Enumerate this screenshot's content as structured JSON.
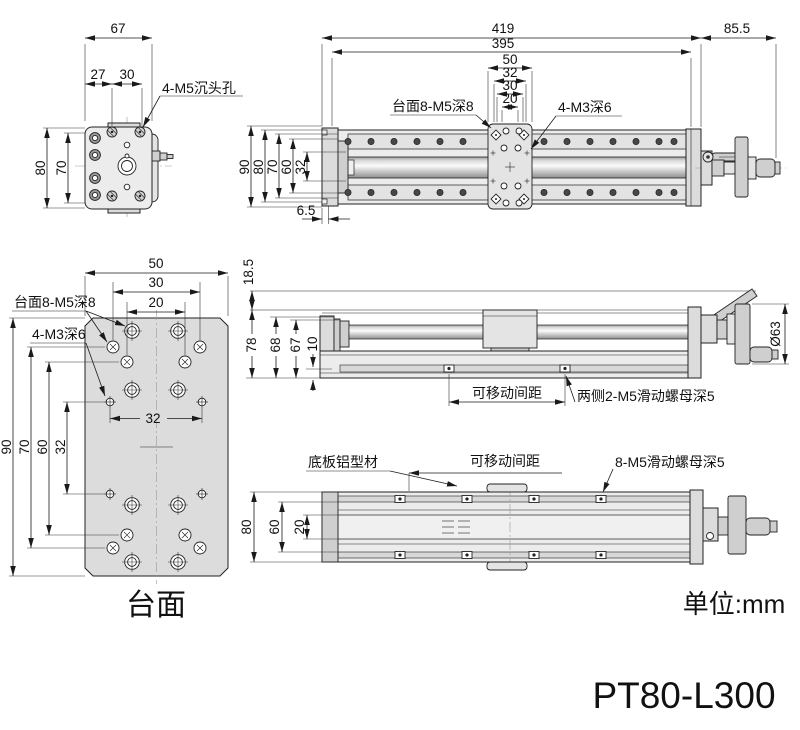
{
  "footer": {
    "model": "PT80-L300",
    "unit_label": "单位:mm",
    "table_caption": "台面"
  },
  "colors": {
    "red": "#c0150a",
    "line": "#222222"
  },
  "end_view": {
    "dim_width": "67",
    "dim_hole_offset": "27",
    "dim_hole_pitch": "30",
    "dim_height": "80",
    "dim_bolt_pitch": "70",
    "label_countersunk_holes": "4-M5沉头孔"
  },
  "top_view": {
    "dim_total_length": "419",
    "dim_body_length": "395",
    "dim_carriage_width": "50",
    "dim_spacing_32": "32",
    "dim_spacing_30": "30",
    "dim_spacing_20": "20",
    "dim_handwheel_length": "85.5",
    "dim_width_90": "90",
    "dim_width_80": "80",
    "dim_width_70": "70",
    "dim_width_60": "60",
    "dim_width_32": "32",
    "dim_end_offset": "6.5",
    "label_table_holes": "台面8-M5深8",
    "label_m3_holes": "4-M3深6"
  },
  "table_view": {
    "dim_width_50": "50",
    "dim_pitch_30": "30",
    "dim_pitch_20": "20",
    "dim_height_90": "90",
    "dim_pitch_70": "70",
    "dim_pitch_60": "60",
    "dim_pitch_32": "32",
    "dim_inner_32": "32",
    "label_table_holes": "台面8-M5深8",
    "label_m3_holes": "4-M3深6"
  },
  "side_view": {
    "dim_lever_height": "18.5",
    "dim_total_height": "78",
    "dim_height_68": "68",
    "dim_height_67": "67",
    "dim_height_10": "10",
    "dim_handwheel_dia": "Ø63",
    "label_travel": "可移动间距",
    "label_side_nuts": "两侧2-M5滑动螺母深5"
  },
  "bottom_view": {
    "dim_width_80": "80",
    "dim_width_60": "60",
    "dim_width_20": "20",
    "label_base_plate": "底板铝型材",
    "label_travel": "可移动间距",
    "label_slide_nuts": "8-M5滑动螺母深5"
  }
}
